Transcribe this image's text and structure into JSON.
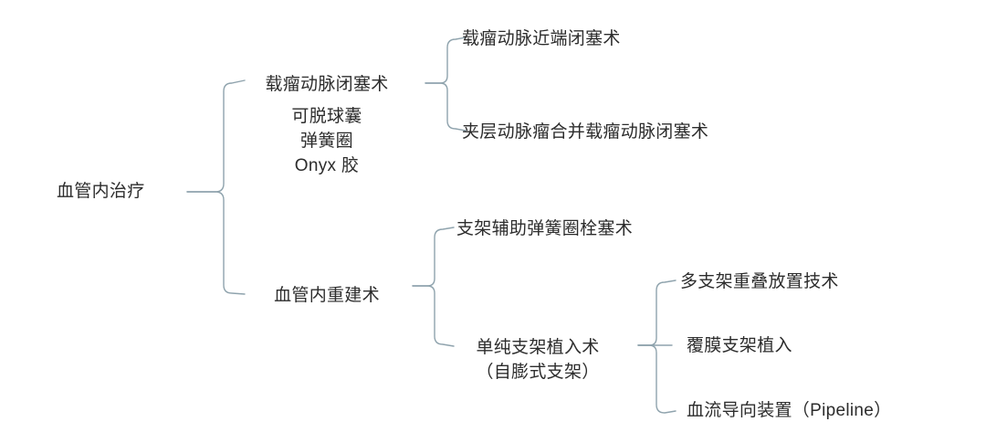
{
  "diagram": {
    "type": "bracket-tree",
    "title": "血管内治疗",
    "colors": {
      "text": "#2c2c2c",
      "bracket": "#8fa3ad",
      "background": "#ffffff"
    },
    "root": {
      "label": "血管内治疗"
    },
    "level1": [
      {
        "label": "载瘤动脉闭塞术",
        "sublines": [
          "可脱球囊",
          "弹簧圈",
          "Onyx 胶"
        ]
      },
      {
        "label": "血管内重建术",
        "sublines": []
      }
    ],
    "level2_group_a": [
      {
        "label": "载瘤动脉近端闭塞术"
      },
      {
        "label": "夹层动脉瘤合并载瘤动脉闭塞术"
      }
    ],
    "level2_group_b": [
      {
        "label": "支架辅助弹簧圈栓塞术"
      },
      {
        "label": "单纯支架植入术",
        "subline": "（自膨式支架）"
      }
    ],
    "level3_group": [
      {
        "label": "多支架重叠放置技术"
      },
      {
        "label": "覆膜支架植入"
      },
      {
        "label": "血流导向装置（Pipeline）"
      }
    ]
  }
}
